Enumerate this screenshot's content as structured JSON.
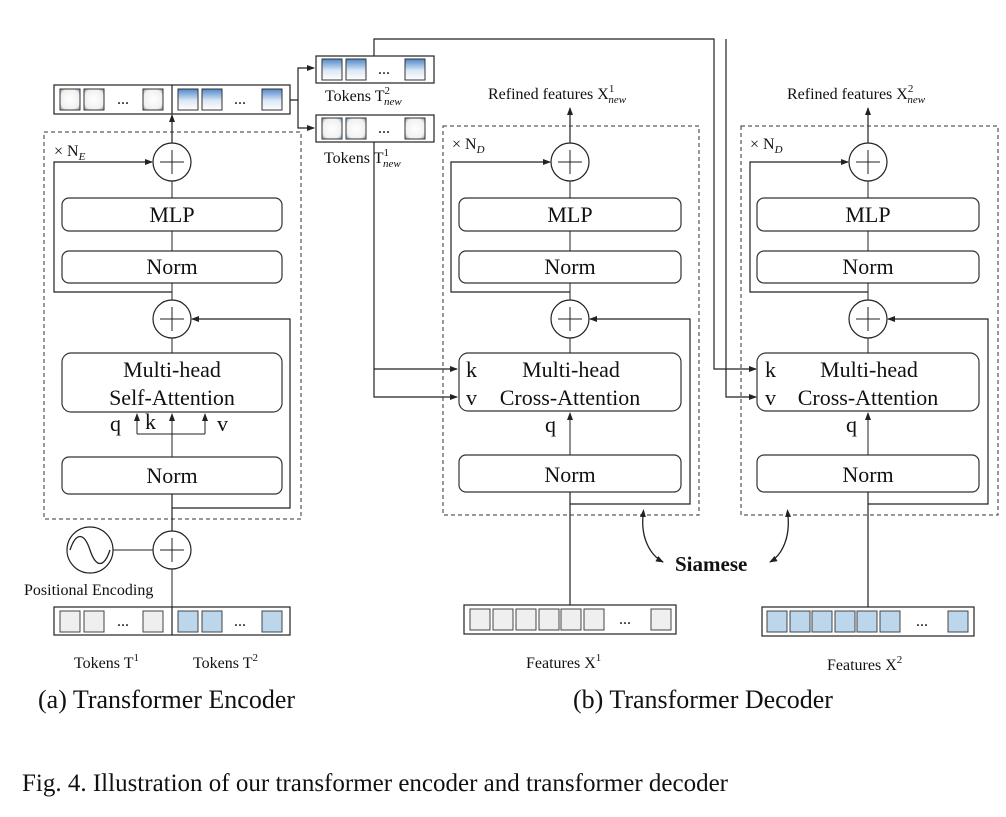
{
  "encoder": {
    "repeat_label": "× N",
    "repeat_sub": "E",
    "mlp": "MLP",
    "norm_top": "Norm",
    "attention_line1": "Multi-head",
    "attention_line2": "Self-Attention",
    "q": "q",
    "k": "k",
    "v": "v",
    "norm_bottom": "Norm",
    "positional_encoding": "Positional Encoding",
    "tokens_t1": "Tokens T",
    "tokens_t1_sup": "1",
    "tokens_t2": "Tokens T",
    "tokens_t2_sup": "2",
    "ellipsis": "...",
    "caption": "(a) Transformer Encoder"
  },
  "tokens_new": {
    "t2_label": "Tokens T",
    "t2_sup": "2",
    "t2_sub": "new",
    "t1_label": "Tokens T",
    "t1_sup": "1",
    "t1_sub": "new"
  },
  "decoder1": {
    "output_label": "Refined features X",
    "output_sup": "1",
    "output_sub": "new",
    "repeat_label": "× N",
    "repeat_sub": "D",
    "mlp": "MLP",
    "norm_top": "Norm",
    "k": "k",
    "v": "v",
    "attention_line1": "Multi-head",
    "attention_line2": "Cross-Attention",
    "q": "q",
    "norm_bottom": "Norm",
    "features_label": "Features X",
    "features_sup": "1"
  },
  "decoder2": {
    "output_label": "Refined features X",
    "output_sup": "2",
    "output_sub": "new",
    "repeat_label": "× N",
    "repeat_sub": "D",
    "mlp": "MLP",
    "norm_top": "Norm",
    "k": "k",
    "v": "v",
    "attention_line1": "Multi-head",
    "attention_line2": "Cross-Attention",
    "q": "q",
    "norm_bottom": "Norm",
    "features_label": "Features X",
    "features_sup": "2"
  },
  "siamese_label": "Siamese",
  "decoder_caption": "(b) Transformer Decoder",
  "figure_caption": "Fig. 4.  Illustration of our transformer encoder and transformer decoder",
  "colors": {
    "token_gray": "#efefef",
    "token_blue": "#bcd6ec",
    "gradient_blue": "#5b8fcf",
    "line": "#222222"
  }
}
